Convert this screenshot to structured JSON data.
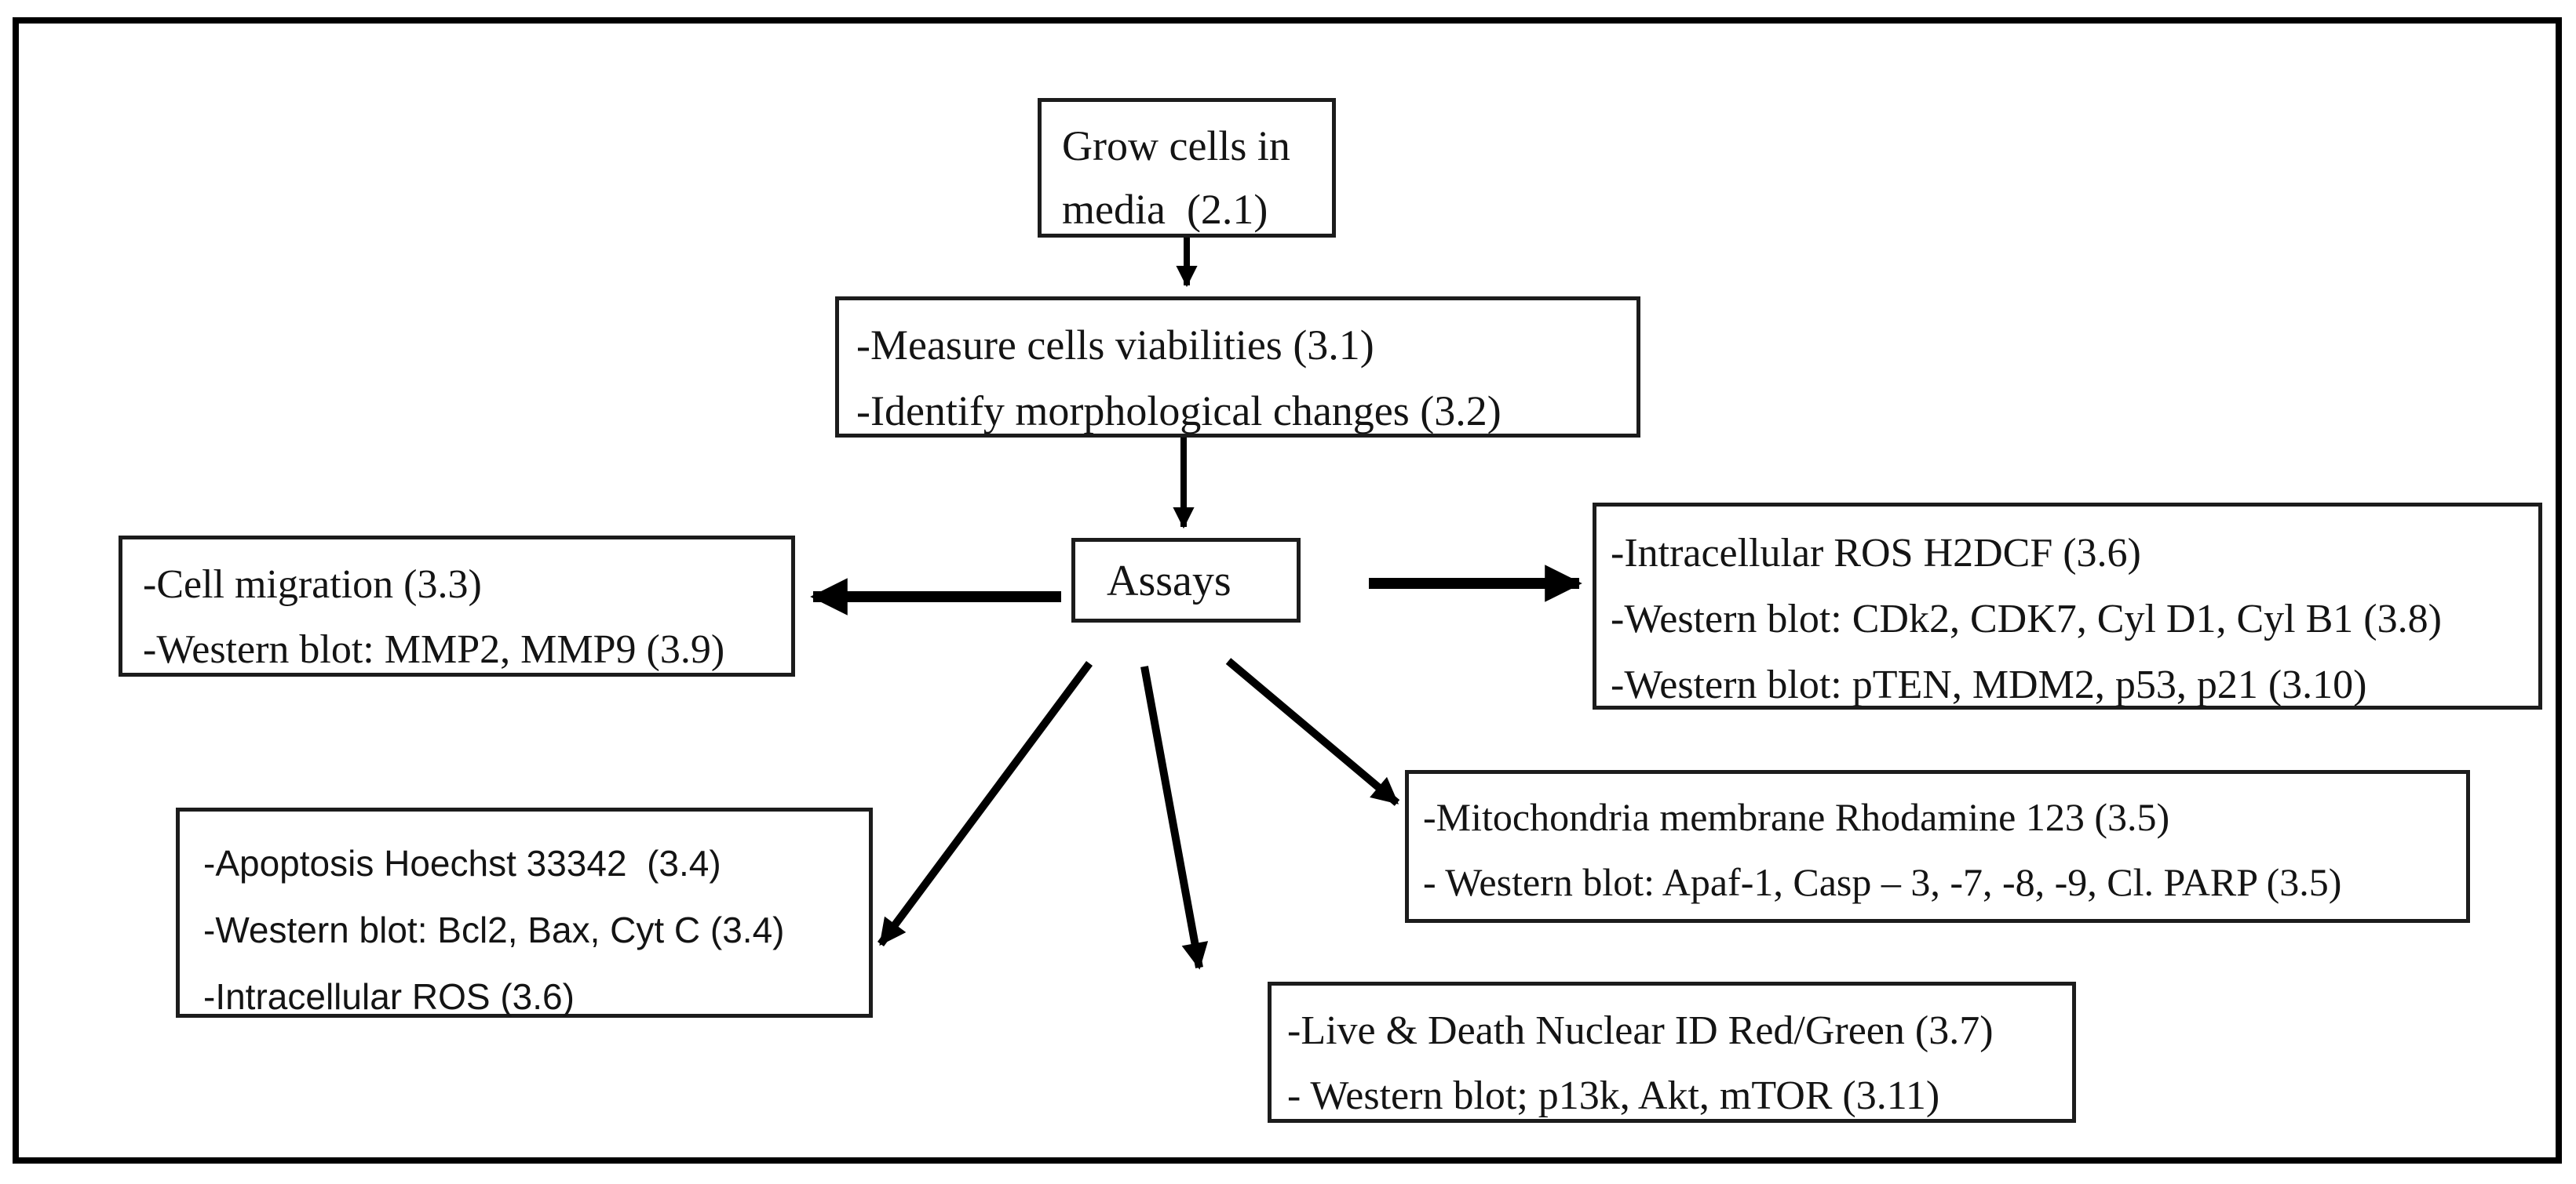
{
  "figure": {
    "type": "flowchart",
    "background": "#ffffff",
    "line_color": "#000000"
  },
  "nodes": {
    "grow": {
      "id": "grow-cells",
      "lines": [
        "Grow cells in",
        "media  (2.1)"
      ]
    },
    "viability": {
      "id": "viability-morphology",
      "lines": [
        "-Measure cells viabilities (3.1)",
        "-Identify morphological changes (3.2)"
      ]
    },
    "assays": {
      "id": "assays",
      "label": "Assays"
    },
    "migration": {
      "id": "cell-migration",
      "lines": [
        "-Cell migration (3.3)",
        "-Western blot: MMP2, MMP9 (3.9)"
      ]
    },
    "ros_cellcycle": {
      "id": "ros-cellcycle",
      "lines": [
        "-Intracellular ROS H2DCF (3.6)",
        "-Western blot: CDk2, CDK7, Cyl D1, Cyl B1 (3.8)",
        "-Western blot: pTEN, MDM2, p53, p21 (3.10)"
      ]
    },
    "apoptosis": {
      "id": "apoptosis",
      "lines": [
        "-Apoptosis Hoechst 33342  (3.4)",
        "-Western blot: Bcl2, Bax, Cyt C (3.4)",
        "-Intracellular ROS (3.6)"
      ]
    },
    "mitochondria": {
      "id": "mitochondria",
      "lines": [
        "-Mitochondria membrane Rhodamine 123 (3.5)",
        "- Western blot: Apaf-1, Casp – 3, -7, -8, -9, Cl. PARP (3.5)"
      ]
    },
    "live_death": {
      "id": "live-death",
      "lines": [
        "-Live & Death Nuclear ID Red/Green (3.7)",
        "- Western blot; p13k, Akt, mTOR (3.11)"
      ]
    }
  },
  "connections": [
    {
      "from": "grow-cells",
      "to": "viability-morphology",
      "direction": "down"
    },
    {
      "from": "viability-morphology",
      "to": "assays",
      "direction": "down"
    },
    {
      "from": "assays",
      "to": "cell-migration",
      "direction": "left"
    },
    {
      "from": "assays",
      "to": "ros-cellcycle",
      "direction": "right"
    },
    {
      "from": "assays",
      "to": "apoptosis",
      "direction": "down-left"
    },
    {
      "from": "assays",
      "to": "live-death",
      "direction": "down"
    },
    {
      "from": "assays",
      "to": "mitochondria",
      "direction": "down-right"
    }
  ]
}
